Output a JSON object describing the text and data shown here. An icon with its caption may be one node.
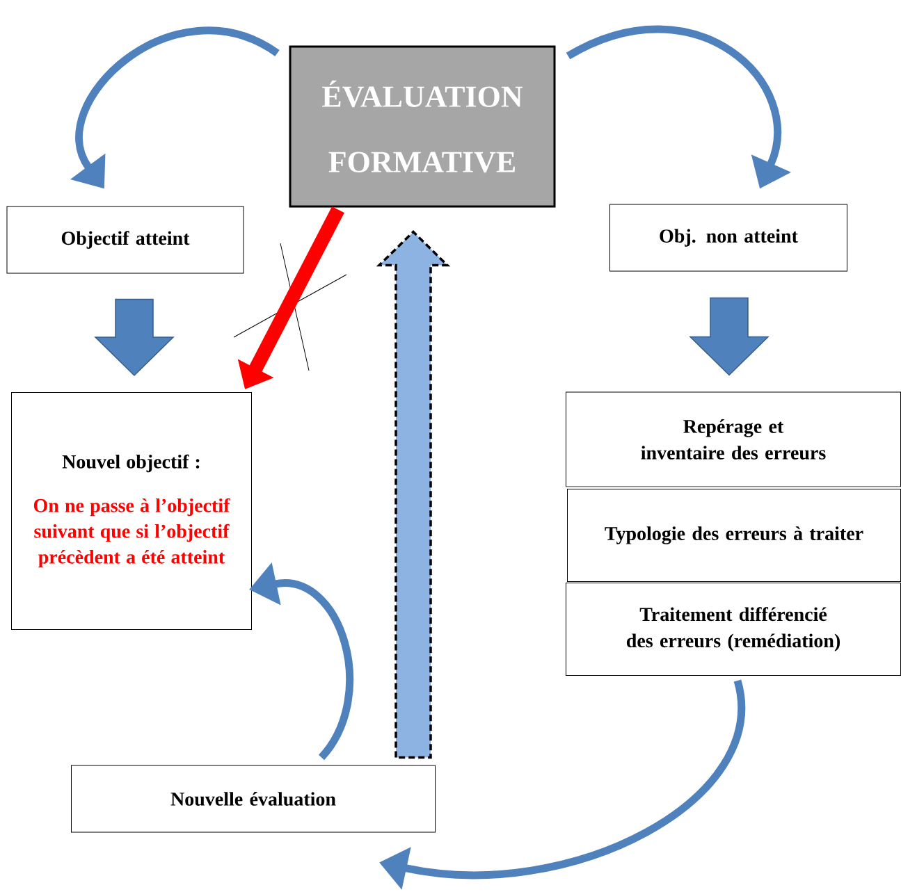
{
  "diagram": {
    "nodes": [
      {
        "text": [
          "ÉVALUATION FORMATIVE"
        ]
      },
      {
        "text": [
          "Objectif atteint"
        ]
      },
      {
        "text": [
          "Obj. non atteint"
        ]
      },
      {
        "text": [
          "Nouvel objectif :",
          "On ne passe à l’objectif suivant que si l’objectif précèdent a été atteint"
        ]
      },
      {
        "text": [
          "Repérage et inventaire des erreurs"
        ]
      },
      {
        "text": [
          "Typologie des erreurs à traiter"
        ]
      },
      {
        "text": [
          "Traitement différencié des erreurs (remédiation)"
        ]
      },
      {
        "text": [
          "Nouvelle évaluation"
        ]
      }
    ],
    "edges": [
      {
        "from": 0,
        "to": 1,
        "arrow": "to"
      },
      {
        "from": 0,
        "to": 2,
        "arrow": "to"
      },
      {
        "from": 1,
        "to": 3,
        "arrow": "to"
      },
      {
        "from": 2,
        "to": 4,
        "arrow": "to"
      },
      {
        "from": 0,
        "to": 3,
        "arrow": "to",
        "style": "thick",
        "color": "#ff0000"
      },
      {
        "from": 6,
        "to": 7,
        "arrow": "to"
      },
      {
        "from": 7,
        "to": 3,
        "arrow": "to"
      },
      {
        "from": 7,
        "to": 0,
        "arrow": "to",
        "style": "dashed",
        "color": "#8db3e2"
      }
    ]
  }
}
